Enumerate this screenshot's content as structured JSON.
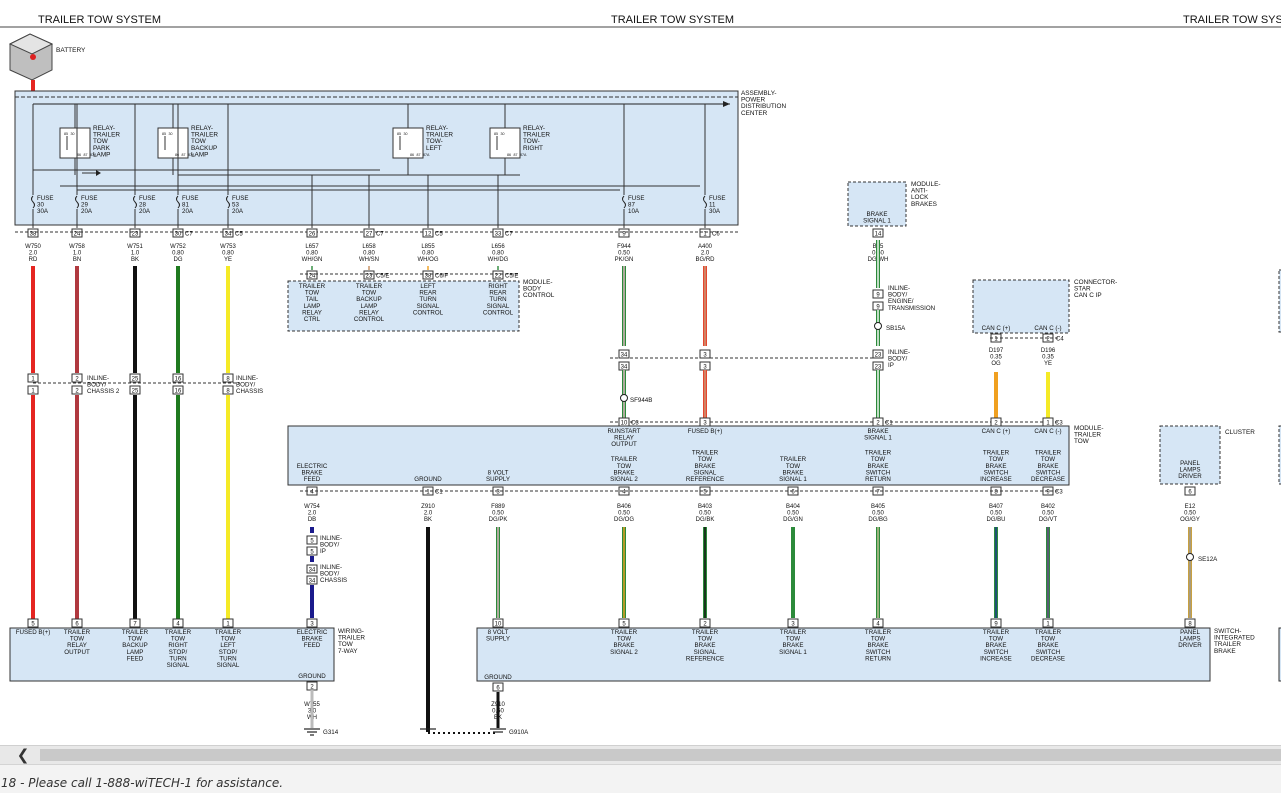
{
  "header": {
    "title_left": "TRAILER TOW SYSTEM",
    "title_center": "TRAILER TOW SYSTEM",
    "title_right": "TRAILER TOW SYS"
  },
  "battery_label": "BATTERY",
  "pdc_label": [
    "ASSEMBLY-",
    "POWER",
    "DISTRIBUTION",
    "CENTER"
  ],
  "relays": [
    {
      "id": "park",
      "lines": [
        "RELAY-",
        "TRAILER",
        "TOW",
        "PARK",
        "LAMP"
      ],
      "pins": [
        "85",
        "30",
        "86",
        "87",
        "87A"
      ]
    },
    {
      "id": "backup",
      "lines": [
        "RELAY-",
        "TRAILER",
        "TOW",
        "BACKUP",
        "LAMP"
      ],
      "pins": [
        "85",
        "30",
        "86",
        "87",
        "87A"
      ]
    },
    {
      "id": "left",
      "lines": [
        "RELAY-",
        "TRAILER",
        "TOW-",
        "LEFT"
      ],
      "pins": [
        "85",
        "30",
        "86",
        "87",
        "87A"
      ]
    },
    {
      "id": "right",
      "lines": [
        "RELAY-",
        "TRAILER",
        "TOW-",
        "RIGHT"
      ],
      "pins": [
        "85",
        "30",
        "86",
        "87",
        "87A"
      ]
    }
  ],
  "fuses": [
    {
      "id": "f30",
      "lines": [
        "FUSE",
        "30",
        "30A"
      ],
      "pin": "38",
      "pin2": "",
      "conn": "",
      "wire": [
        "W750",
        "2.0",
        "RD"
      ],
      "color": "#e52521"
    },
    {
      "id": "f29",
      "lines": [
        "FUSE",
        "29",
        "20A"
      ],
      "pin": "24",
      "pin2": "",
      "conn": "",
      "wire": [
        "W758",
        "1.0",
        "BN"
      ],
      "color": "#b0393f"
    },
    {
      "id": "f28",
      "lines": [
        "FUSE",
        "28",
        "20A"
      ],
      "pin": "23",
      "pin2": "",
      "conn": "",
      "wire": [
        "W751",
        "1.0",
        "BK"
      ],
      "color": "#111111"
    },
    {
      "id": "f81",
      "lines": [
        "FUSE",
        "81",
        "20A"
      ],
      "pin": "30",
      "pin2": "",
      "conn": "C7",
      "wire": [
        "W752",
        "0.80",
        "DG"
      ],
      "color": "#1f7a1f"
    },
    {
      "id": "f53",
      "lines": [
        "FUSE",
        "53",
        "20A"
      ],
      "pin": "34",
      "pin2": "",
      "conn": "C5",
      "wire": [
        "W753",
        "0.80",
        "YE"
      ],
      "color": "#f5ea26"
    },
    {
      "id": "f87",
      "lines": [
        "FUSE",
        "87",
        "10A"
      ],
      "pin": "9",
      "conn": "",
      "wire": [
        "F944",
        "0.50",
        "PK/GN"
      ]
    },
    {
      "id": "f11",
      "lines": [
        "FUSE",
        "11",
        "30A"
      ],
      "pin": "1",
      "conn": "C6",
      "wire": [
        "A400",
        "2.0",
        "BG/RD"
      ]
    }
  ],
  "bcm_wires": [
    {
      "pin": "26",
      "conn": "",
      "wire": [
        "L657",
        "0.80",
        "WH/GN"
      ],
      "pin2": "24",
      "conn2": ""
    },
    {
      "pin": "27",
      "conn": "C7",
      "wire": [
        "L658",
        "0.80",
        "WH/SN"
      ],
      "pin2": "23",
      "conn2": "C5/E"
    },
    {
      "pin": "12",
      "conn": "C5",
      "wire": [
        "L855",
        "0.80",
        "WH/OG"
      ],
      "pin2": "38",
      "conn2": "C6/F"
    },
    {
      "pin": "33",
      "conn": "C7",
      "wire": [
        "L656",
        "0.80",
        "WH/DG"
      ],
      "pin2": "22",
      "conn2": "C5/E"
    }
  ],
  "bcm_pins": [
    [
      "TRAILER",
      "TOW",
      "TAIL",
      "LAMP",
      "RELAY",
      "CTRL"
    ],
    [
      "TRAILER",
      "TOW",
      "BACKUP",
      "LAMP",
      "RELAY",
      "CONTROL"
    ],
    [
      "LEFT",
      "REAR",
      "TURN",
      "SIGNAL",
      "CONTROL"
    ],
    [
      "RIGHT",
      "REAR",
      "TURN",
      "SIGNAL",
      "CONTROL"
    ]
  ],
  "bcm_label": [
    "MODULE-",
    "BODY",
    "CONTROL"
  ],
  "abs_label": [
    "MODULE-",
    "ANTI-",
    "LOCK",
    "BRAKES"
  ],
  "abs_pin": [
    "BRAKE",
    "SIGNAL 1"
  ],
  "abs_wire": {
    "pin": "14",
    "wire": [
      "B15",
      "0.50",
      "DG/WH"
    ]
  },
  "inline_eng": {
    "pins": [
      "9",
      "9"
    ],
    "label": [
      "INLINE-",
      "BODY/",
      "ENGINE/",
      "TRANSMISSION"
    ],
    "splice": "SB15A"
  },
  "canstar_label": [
    "CONNECTOR-",
    "STAR",
    "CAN C IP"
  ],
  "canstar_pins": [
    "CAN C (+)",
    "CAN C (-)"
  ],
  "canstar_conn": "C4",
  "can_wires": [
    {
      "pin": "1",
      "wire": [
        "D197",
        "0.35",
        "OG"
      ]
    },
    {
      "pin": "2",
      "wire": [
        "D196",
        "0.35",
        "YE"
      ]
    }
  ],
  "inline_chassis2": {
    "label": [
      "INLINE-",
      "BODY/",
      "CHASSIS 2"
    ],
    "pins": [
      "1",
      "2",
      "25",
      "16"
    ]
  },
  "inline_chassis": {
    "label": [
      "INLINE-",
      "BODY/",
      "CHASSIS"
    ],
    "pins": [
      "8"
    ]
  },
  "inline_ip_top": {
    "label": [
      "INLINE-",
      "BODY/",
      "IP"
    ],
    "pins": [
      "34",
      "3",
      "23"
    ]
  },
  "splice_sf": "SF944B",
  "ttm": {
    "label": [
      "MODULE-",
      "TRAILER",
      "TOW"
    ],
    "top_pins": [
      {
        "lines": [
          "RUNSTART",
          "RELAY",
          "OUTPUT"
        ],
        "num": "10",
        "conn": "C3"
      },
      {
        "lines": [
          "FUSED B(+)"
        ],
        "num": "3",
        "conn": ""
      },
      {
        "lines": [
          "BRAKE",
          "SIGNAL 1"
        ],
        "num": "2",
        "conn": "C1"
      },
      {
        "lines": [
          "CAN C (+)"
        ],
        "num": "2",
        "conn": ""
      },
      {
        "lines": [
          "CAN C (-)"
        ],
        "num": "1",
        "conn": "C3"
      }
    ],
    "bottom_pins": [
      {
        "lines": [
          "ELECTRIC",
          "BRAKE",
          "FEED"
        ],
        "num": "4",
        "conn": ""
      },
      {
        "lines": [
          "GROUND"
        ],
        "num": "1",
        "conn": "C1"
      },
      {
        "lines": [
          "8 VOLT",
          "SUPPLY"
        ],
        "num": "3",
        "conn": ""
      },
      {
        "lines": [
          "TRAILER",
          "TOW",
          "BRAKE",
          "SIGNAL 2"
        ],
        "num": "4",
        "conn": ""
      },
      {
        "lines": [
          "TRAILER",
          "TOW",
          "BRAKE",
          "SIGNAL",
          "REFERENCE"
        ],
        "num": "5",
        "conn": ""
      },
      {
        "lines": [
          "TRAILER",
          "TOW",
          "BRAKE",
          "SIGNAL 1"
        ],
        "num": "6",
        "conn": ""
      },
      {
        "lines": [
          "TRAILER",
          "TOW",
          "BRAKE",
          "SWITCH",
          "RETURN"
        ],
        "num": "7",
        "conn": ""
      },
      {
        "lines": [
          "TRAILER",
          "TOW",
          "BRAKE",
          "SWITCH",
          "INCREASE"
        ],
        "num": "8",
        "conn": ""
      },
      {
        "lines": [
          "TRAILER",
          "TOW",
          "BRAKE",
          "SWITCH",
          "DECREASE"
        ],
        "num": "9",
        "conn": "C3"
      }
    ]
  },
  "ttm_wires": [
    {
      "wire": [
        "W754",
        "2.0",
        "DB"
      ]
    },
    {
      "wire": [
        "Z910",
        "2.0",
        "BK"
      ]
    },
    {
      "wire": [
        "F889",
        "0.50",
        "DG/PK"
      ]
    },
    {
      "wire": [
        "B406",
        "0.50",
        "DG/OG"
      ]
    },
    {
      "wire": [
        "B403",
        "0.50",
        "DG/BK"
      ]
    },
    {
      "wire": [
        "B404",
        "0.50",
        "DG/GN"
      ]
    },
    {
      "wire": [
        "B405",
        "0.50",
        "DG/BG"
      ]
    },
    {
      "wire": [
        "B407",
        "0.50",
        "DG/BU"
      ]
    },
    {
      "wire": [
        "B402",
        "0.50",
        "DG/VT"
      ]
    }
  ],
  "inline_ip_low": {
    "pins": [
      "5",
      "5"
    ],
    "label": [
      "INLINE-",
      "BODY/",
      "IP"
    ]
  },
  "inline_chassis_low": {
    "pins": [
      "34",
      "34"
    ],
    "label": [
      "INLINE-",
      "BODY/",
      "CHASSIS"
    ]
  },
  "cluster": {
    "label": "CLUSTER",
    "pin_lines": [
      "PANEL",
      "LAMPS",
      "DRIVER"
    ],
    "num": "6",
    "wire": [
      "E12",
      "0.50",
      "OG/GY"
    ],
    "splice": "SE12A"
  },
  "seven_way": {
    "label": [
      "WIRING-",
      "TRAILER",
      "TOW",
      "7-WAY"
    ],
    "pins": [
      {
        "num": "5",
        "lines": [
          "FUSED B(+)"
        ]
      },
      {
        "num": "6",
        "lines": [
          "TRAILER",
          "TOW",
          "RELAY",
          "OUTPUT"
        ]
      },
      {
        "num": "7",
        "lines": [
          "TRAILER",
          "TOW",
          "BACKUP",
          "LAMP",
          "FEED"
        ]
      },
      {
        "num": "4",
        "lines": [
          "TRAILER",
          "TOW",
          "RIGHT",
          "STOP/",
          "TURN",
          "SIGNAL"
        ]
      },
      {
        "num": "1",
        "lines": [
          "TRAILER",
          "TOW",
          "LEFT",
          "STOP/",
          "TURN",
          "SIGNAL"
        ]
      },
      {
        "num": "3",
        "lines": [
          "ELECTRIC",
          "BRAKE",
          "FEED"
        ]
      }
    ],
    "ground": {
      "label": "GROUND",
      "num": "2",
      "wire": [
        "W755",
        "3.0",
        "WH"
      ],
      "g": "G314"
    }
  },
  "brake_switch": {
    "label": [
      "SWITCH-",
      "INTEGRATED",
      "TRAILER",
      "BRAKE"
    ],
    "pins": [
      {
        "num": "10",
        "lines": [
          "8 VOLT",
          "SUPPLY"
        ]
      },
      {
        "num": "5",
        "lines": [
          "TRAILER",
          "TOW",
          "BRAKE",
          "SIGNAL 2"
        ]
      },
      {
        "num": "2",
        "lines": [
          "TRAILER",
          "TOW",
          "BRAKE",
          "SIGNAL",
          "REFERENCE"
        ]
      },
      {
        "num": "3",
        "lines": [
          "TRAILER",
          "TOW",
          "BRAKE",
          "SIGNAL 1"
        ]
      },
      {
        "num": "4",
        "lines": [
          "TRAILER",
          "TOW",
          "BRAKE",
          "SWITCH",
          "RETURN"
        ]
      },
      {
        "num": "9",
        "lines": [
          "TRAILER",
          "TOW",
          "BRAKE",
          "SWITCH",
          "INCREASE"
        ]
      },
      {
        "num": "1",
        "lines": [
          "TRAILER",
          "TOW",
          "BRAKE",
          "SWITCH",
          "DECREASE"
        ]
      },
      {
        "num": "8",
        "lines": [
          "PANEL",
          "LAMPS",
          "DRIVER"
        ]
      }
    ],
    "ground": {
      "label": "GROUND",
      "num": "6",
      "wire": [
        "Z910",
        "0.50",
        "BK"
      ],
      "g": "G910A"
    }
  },
  "status": {
    "text": "18 - Please call 1-888-wiTECH-1 for assistance."
  },
  "scroll": {
    "left_arrow": "❮"
  },
  "colors": {
    "module_fill": "#d6e6f5",
    "red": "#e52521",
    "brown": "#b0393f",
    "black": "#111111",
    "green": "#1f7a1f",
    "yellow": "#f5ea26",
    "orange": "#f0a020",
    "blue": "#1a1a8c"
  }
}
